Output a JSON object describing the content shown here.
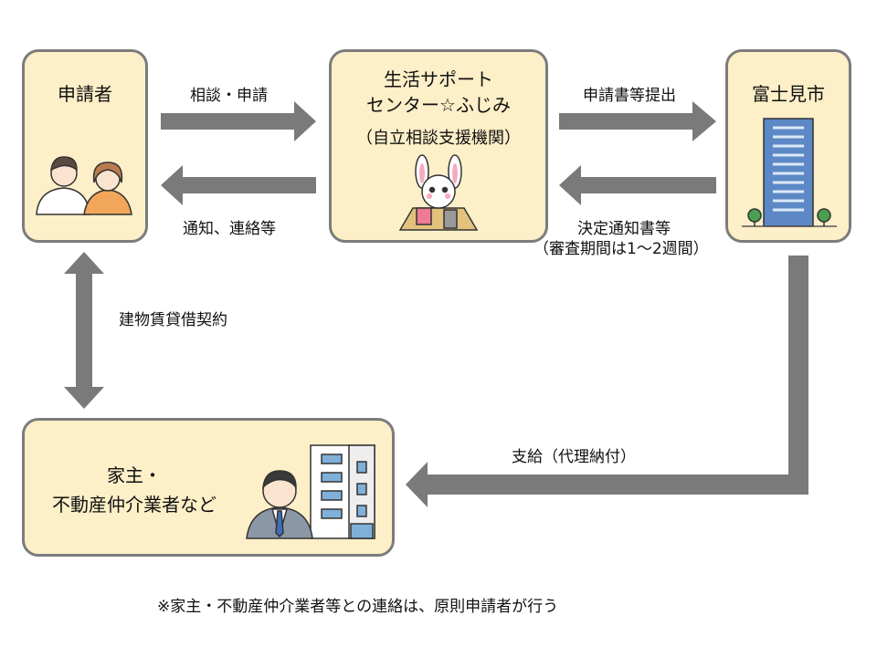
{
  "nodes": {
    "applicant": "申請者",
    "support_center_line1": "生活サポート",
    "support_center_line2": "センター☆ふじみ",
    "support_center_sub": "（自立相談支援機関）",
    "city": "富士見市",
    "landlord_line1": "家主・",
    "landlord_line2": "不動産仲介業者など"
  },
  "edges": {
    "consult_apply": "相談・申請",
    "notify_contact": "通知、連絡等",
    "submit_application": "申請書等提出",
    "decision_notice_line1": "決定通知書等",
    "decision_notice_line2": "（審査期間は1～2週間）",
    "lease_contract": "建物賃貸借契約",
    "payment": "支給（代理納付）"
  },
  "footnote": "※家主・不動産仲介業者等との連絡は、原則申請者が行う",
  "colors": {
    "box_fill": "#fdefc8",
    "box_border": "#7c7c7c",
    "arrow": "#7a7a7a"
  }
}
